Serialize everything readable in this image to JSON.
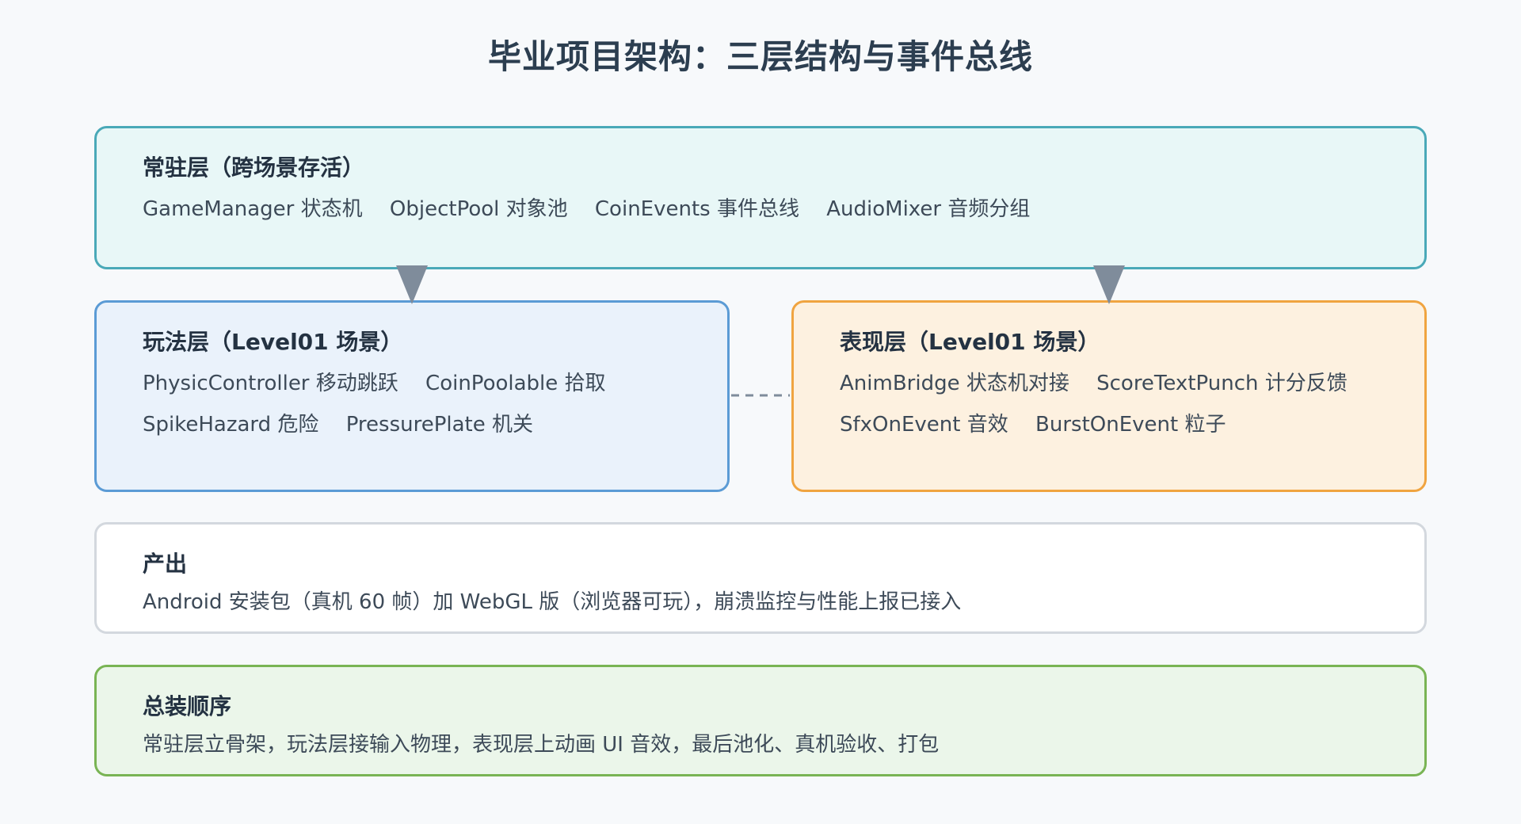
{
  "title": "毕业项目架构：三层结构与事件总线",
  "layers": {
    "persistent": {
      "title": "常驻层（跨场景存活）",
      "items": [
        "GameManager 状态机",
        "ObjectPool 对象池",
        "CoinEvents 事件总线",
        "AudioMixer 音频分组"
      ]
    },
    "gameplay": {
      "title": "玩法层（Level01 场景）",
      "row1": [
        "PhysicController 移动跳跃",
        "CoinPoolable 拾取"
      ],
      "row2": [
        "SpikeHazard 危险",
        "PressurePlate 机关"
      ]
    },
    "presentation": {
      "title": "表现层（Level01 场景）",
      "row1": [
        "AnimBridge 状态机对接",
        "ScoreTextPunch 计分反馈"
      ],
      "row2": [
        "SfxOnEvent 音效",
        "BurstOnEvent 粒子"
      ]
    }
  },
  "output": {
    "title": "产出",
    "text": "Android 安装包（真机 60 帧）加 WebGL 版（浏览器可玩），崩溃监控与性能上报已接入"
  },
  "assembly": {
    "title": "总装顺序",
    "text": "常驻层立骨架，玩法层接输入物理，表现层上动画 UI 音效，最后池化、真机验收、打包"
  },
  "colors": {
    "persistent_border": "#4aa9b8",
    "gameplay_border": "#5b9bd5",
    "presentation_border": "#f0a440",
    "assembly_border": "#79b454",
    "connector": "#7f8c9b"
  }
}
